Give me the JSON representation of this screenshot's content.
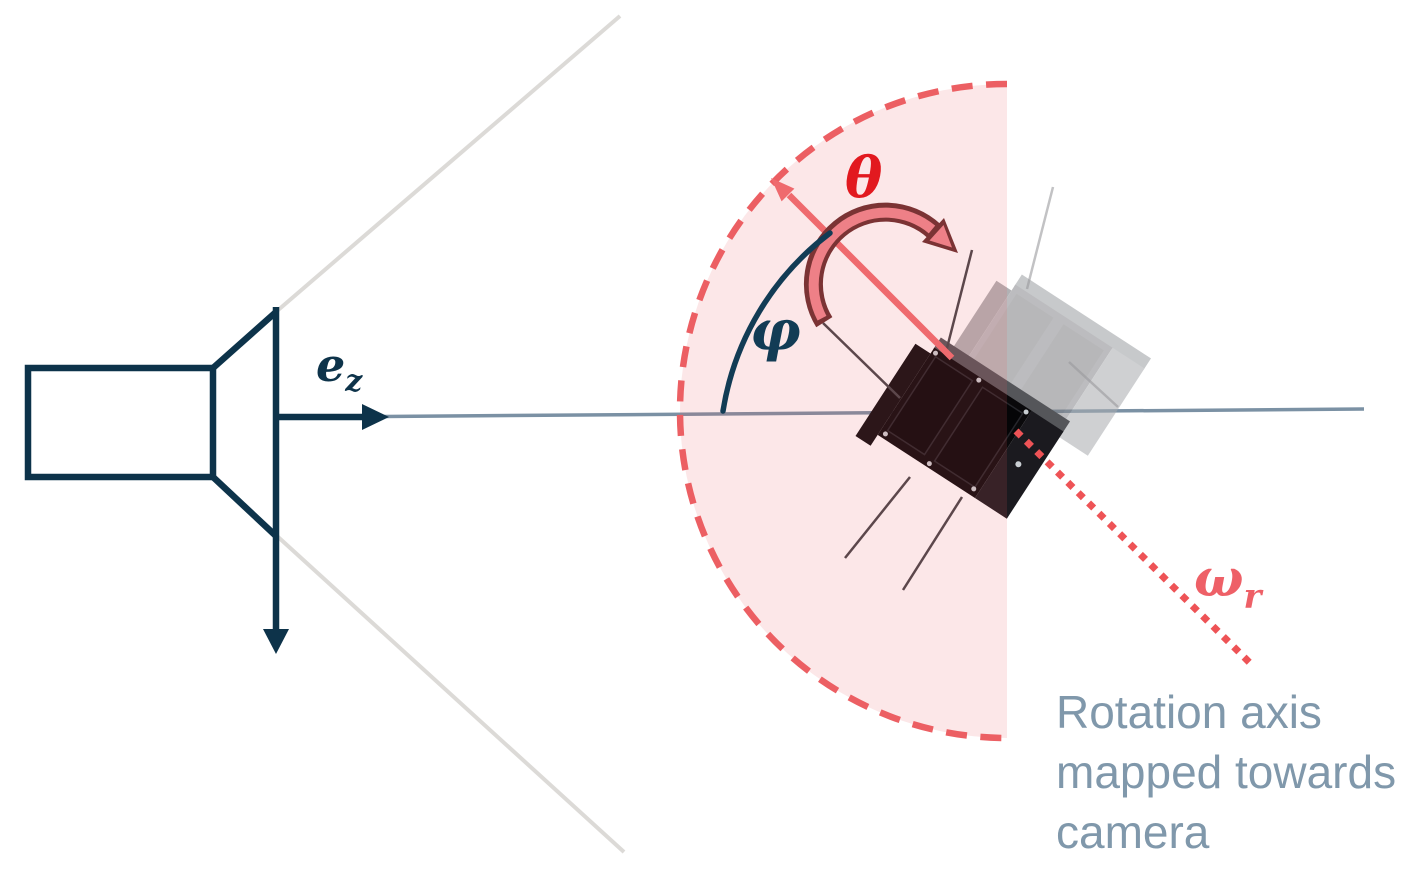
{
  "figure": {
    "background_color": "#ffffff",
    "labels": {
      "theta": "θ",
      "phi": "φ",
      "omega": {
        "base": "ω",
        "sub": "r"
      },
      "ez": {
        "base": "e",
        "sub": "z"
      }
    },
    "caption": {
      "lines": [
        "Rotation axis",
        "mapped towards",
        "camera"
      ],
      "color": "#8098ab"
    },
    "colors": {
      "camera_navy": "#0d334a",
      "phi_navy": "#123c55",
      "axis_gray_blue": "#7b91a4",
      "frustum_gray": "#dcdad7",
      "pink_region_fill": "rgba(232,85,90,0.14)",
      "dashed_arc_red": "#ec5f63",
      "radius_arrow_red": "#ef6a6e",
      "dotted_axis_red": "#ee5356",
      "theta_label_red": "#e2191f",
      "theta_arrow_maroon": "#7b3334",
      "theta_arrow_fill": "#ee8087",
      "omega_label_red": "#ee6067"
    },
    "icons": [
      {
        "name": "camera-icon",
        "glyph": "outlined camera body with horn and axis arrows"
      },
      {
        "name": "satellite-icon",
        "glyph": "tilted black CubeSat with antennas"
      },
      {
        "name": "satellite-ghost-icon",
        "glyph": "semi-transparent gray CubeSat copy"
      },
      {
        "name": "half-disc-region",
        "glyph": "pink half disc with red dashed arc"
      }
    ]
  }
}
